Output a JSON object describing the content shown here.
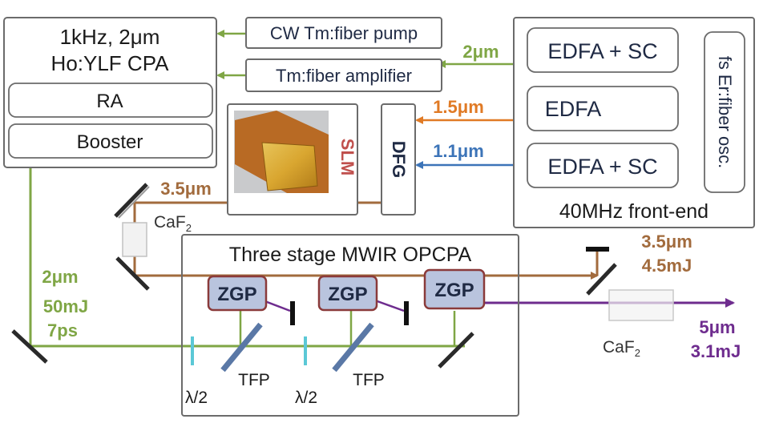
{
  "colors": {
    "green": "#7fa645",
    "orange": "#e07a25",
    "blue": "#3c74b8",
    "brown": "#a26b3d",
    "purple": "#6e2c8e",
    "text_dark": "#1f2a44",
    "slm_red": "#c0504d",
    "zgp_fill": "#b9c4de"
  },
  "laser": {
    "line1": "1kHz, 2μm",
    "line2": "Ho:YLF CPA",
    "ra": "RA",
    "booster": "Booster"
  },
  "pumps": {
    "cw": "CW Tm:fiber pump",
    "amp": "Tm:fiber amplifier"
  },
  "frontend": {
    "edfa_sc_top": "EDFA + SC",
    "edfa": "EDFA",
    "edfa_sc_bottom": "EDFA + SC",
    "oscillator": "fs Er:fiber osc.",
    "label": "40MHz front-end"
  },
  "wavelengths": {
    "w2um": "2μm",
    "w15um": "1.5μm",
    "w11um": "1.1μm",
    "w35um_slm": "3.5μm"
  },
  "slm": {
    "label": "SLM"
  },
  "dfg": {
    "label": "DFG"
  },
  "caf2_top": {
    "label": "CaF",
    "sub": "2"
  },
  "pump_beam": {
    "wavelength": "2μm",
    "energy": "50mJ",
    "duration": "7ps"
  },
  "opcpa": {
    "title": "Three stage MWIR OPCPA",
    "crystals": [
      "ZGP",
      "ZGP",
      "ZGP"
    ],
    "waveplates": [
      "λ/2",
      "λ/2"
    ],
    "tfps": [
      "TFP",
      "TFP"
    ]
  },
  "signal_out": {
    "wavelength": "3.5μm",
    "energy": "4.5mJ"
  },
  "idler_out": {
    "caf2_label": "CaF",
    "caf2_sub": "2",
    "wavelength": "5μm",
    "energy": "3.1mJ"
  }
}
